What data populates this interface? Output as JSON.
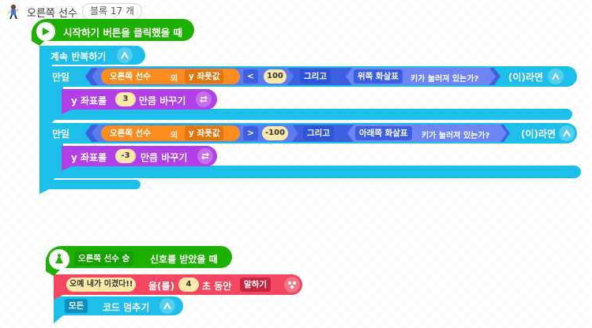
{
  "sprite": {
    "name": "오른쪽 선수",
    "block_count_label": "블록 17 개"
  },
  "script1": {
    "hat_label": "시작하기 버튼을 클릭했을 때",
    "loop_label": "계속 반복하기",
    "if1": {
      "prefix": "만일",
      "object": "오른쪽 선수",
      "of": "의",
      "prop": "y 좌푯값",
      "op": "<",
      "value": "100",
      "and": "그리고",
      "key": "위쪽 화살표",
      "key_suffix": "키가 눌러져 있는가?",
      "suffix": "(이)라면"
    },
    "change1": {
      "label": "y 좌표를",
      "value": "3",
      "suffix": "만큼 바꾸기"
    },
    "if2": {
      "prefix": "만일",
      "object": "오른쪽 선수",
      "of": "의",
      "prop": "y 좌푯값",
      "op": ">",
      "value": "-100",
      "and": "그리고",
      "key": "아래쪽 화살표",
      "key_suffix": "키가 눌러져 있는가?",
      "suffix": "(이)라면"
    },
    "change2": {
      "label": "y 좌표를",
      "value": "-3",
      "suffix": "만큼 바꾸기"
    }
  },
  "script2": {
    "signal": "오른쪽 선수 승",
    "hat_suffix": "신호를 받았을 때",
    "say": {
      "text": "오예 내가 이겼다!!",
      "mid": "을(를)",
      "secs": "4",
      "mid2": "초 동안",
      "mode": "말하기"
    },
    "stop": {
      "target": "모든",
      "label": "코드 멈추기"
    }
  },
  "colors": {
    "start_green": "#1eb000",
    "loop_blue": "#1dbfea",
    "judge_blue": "#4966f0",
    "move_purple": "#b23fe8",
    "looks_red": "#f54662",
    "dark_green": "#15a000"
  }
}
